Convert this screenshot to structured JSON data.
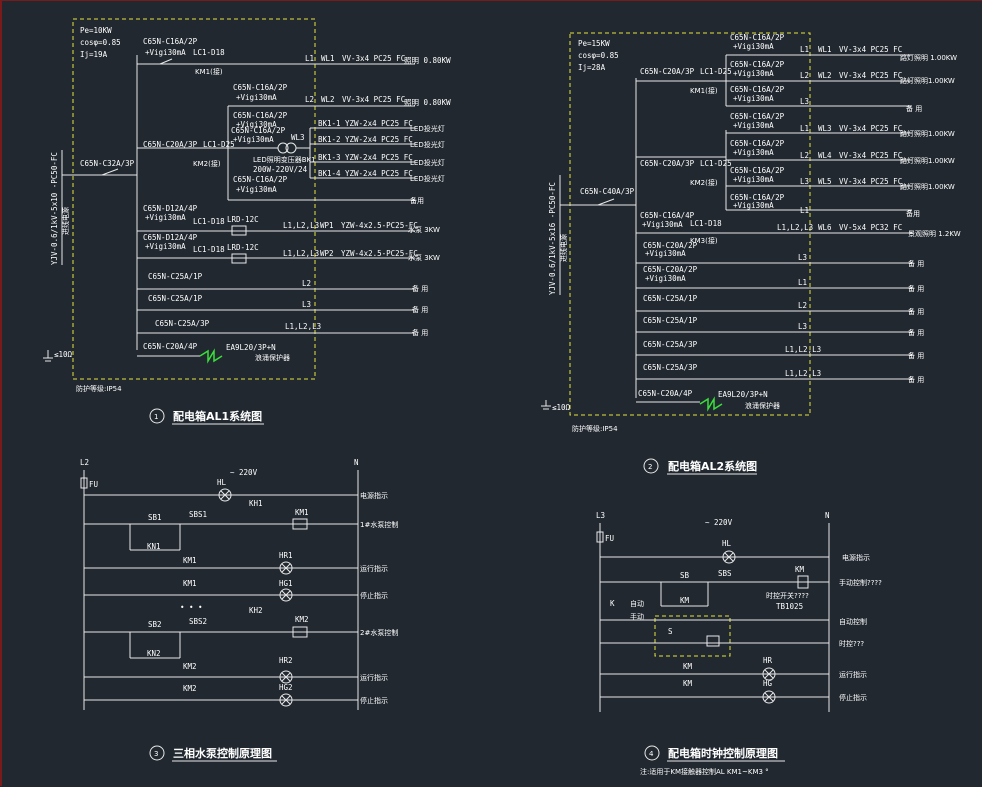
{
  "al1": {
    "title": "配电箱AL1系统图",
    "number": "1",
    "pe": "Pe=10KW",
    "cos": "cosφ=0.85",
    "ij": "Ij=19A",
    "cable": "YJV-0.6/1kV-5x10 -PC50-FC",
    "cable_sub": "进线电源",
    "main_breaker": "C65N-C32A/3P",
    "ground": "≤10Ω",
    "ip": "防护等级:IP54",
    "circuits": [
      {
        "breaker": "C65N-C16A/2P",
        "rcd": "+Vigi30mA",
        "extra": "LC1-D18",
        "extra2": "KM1(接)",
        "phase": "L1",
        "id": "WL1",
        "cable": "VV-3x4 PC25 FC",
        "load": "照明 0.80KW"
      },
      {
        "breaker": "C65N-C16A/2P",
        "rcd": "+Vigi30mA",
        "extra": "",
        "extra2": "",
        "phase": "L2",
        "id": "WL2",
        "cable": "VV-3x4 PC25 FC",
        "load": "照明 0.80KW"
      },
      {
        "breaker": "C65N-C16A/2P",
        "rcd": "+Vigi30mA",
        "extra": "",
        "extra2": "",
        "phase": "",
        "id": "BK1-1",
        "cable": "YZW-2x4 PC25 FC",
        "load": "LED投光灯"
      },
      {
        "breaker": "C65N-C16A/2P",
        "rcd": "+Vigi30mA",
        "extra": "LED照明变压器BK1",
        "extra2": "200W-220V/24",
        "phase": "WL3",
        "id": "BK1-2",
        "cable": "YZW-2x4 PC25 FC",
        "load": "LED投光灯"
      },
      {
        "breaker": "",
        "rcd": "",
        "extra": "",
        "extra2": "",
        "phase": "",
        "id": "BK1-3",
        "cable": "YZW-2x4 PC25 FC",
        "load": "LED投光灯"
      },
      {
        "breaker": "C65N-C16A/2P",
        "rcd": "+Vigi30mA",
        "extra": "",
        "extra2": "",
        "phase": "",
        "id": "BK1-4",
        "cable": "YZW-2x4 PC25 FC",
        "load": "LED投光灯"
      }
    ],
    "sub_breaker": "C65N-C20A/3P",
    "sub_extra": "LC1-D25",
    "sub_km": "KM2(接)",
    "spare": "备用",
    "pumps": [
      {
        "breaker": "C65N-D12A/4P",
        "rcd": "+Vigi30mA",
        "contactor": "LC1-D18",
        "relay": "LRD-12C",
        "phase": "L1,L2,L3",
        "id": "WP1",
        "cable": "YZW-4x2.5-PC25-FC",
        "load": "水泵 3KW"
      },
      {
        "breaker": "C65N-D12A/4P",
        "rcd": "+Vigi30mA",
        "contactor": "LC1-D18",
        "relay": "LRD-12C",
        "phase": "L1,L2,L3",
        "id": "WP2",
        "cable": "YZW-4x2.5-PC25-FC",
        "load": "水泵 3KW"
      }
    ],
    "spares": [
      {
        "breaker": "C65N-C25A/1P",
        "phase": "L2",
        "label": "备 用"
      },
      {
        "breaker": "C65N-C25A/1P",
        "phase": "L3",
        "label": "备 用"
      },
      {
        "breaker": "C65N-C25A/3P",
        "phase": "L1,L2,L3",
        "label": "备 用"
      }
    ],
    "spd": {
      "breaker": "C65N-C20A/4P",
      "device": "EA9L20/3P+N",
      "label": "浪涌保护器"
    }
  },
  "al2": {
    "title": "配电箱AL2系统图",
    "number": "2",
    "pe": "Pe=15KW",
    "cos": "cosφ=0.85",
    "ij": "Ij=28A",
    "cable": "YJV-0.6/1kV-5x16 -PC50-FC",
    "cable_sub": "进线电源",
    "main_breaker": "C65N-C40A/3P",
    "ground": "≤10Ω",
    "ip": "防护等级:IP54",
    "group1": {
      "breaker": "C65N-C20A/3P",
      "extra": "LC1-D25",
      "km": "KM1(接)"
    },
    "group2": {
      "breaker": "C65N-C20A/3P",
      "extra": "LC1-D25",
      "km": "KM2(接)"
    },
    "circuits": [
      {
        "breaker": "C65N-C16A/2P",
        "rcd": "+Vigi30mA",
        "phase": "L1",
        "id": "WL1",
        "cable": "VV-3x4 PC25 FC",
        "load": "路灯照明 1.00KW"
      },
      {
        "breaker": "C65N-C16A/2P",
        "rcd": "+Vigi30mA",
        "phase": "L2",
        "id": "WL2",
        "cable": "VV-3x4 PC25 FC",
        "load": "路灯照明1.00KW"
      },
      {
        "breaker": "C65N-C16A/2P",
        "rcd": "+Vigi30mA",
        "phase": "L3",
        "id": "",
        "cable": "",
        "load": "备 用"
      },
      {
        "breaker": "C65N-C16A/2P",
        "rcd": "+Vigi30mA",
        "phase": "L1",
        "id": "WL3",
        "cable": "VV-3x4 PC25 FC",
        "load": "路灯照明1.00KW"
      },
      {
        "breaker": "C65N-C16A/2P",
        "rcd": "+Vigi30mA",
        "phase": "L2",
        "id": "WL4",
        "cable": "VV-3x4 PC25 FC",
        "load": "路灯照明1.00KW"
      },
      {
        "breaker": "C65N-C16A/2P",
        "rcd": "+Vigi30mA",
        "phase": "L3",
        "id": "WL5",
        "cable": "VV-3x4 PC25 FC",
        "load": "路灯照明1.00KW"
      },
      {
        "breaker": "C65N-C16A/2P",
        "rcd": "+Vigi30mA",
        "phase": "L1",
        "id": "",
        "cable": "",
        "load": "备用"
      }
    ],
    "wl6": {
      "breaker": "C65N-C16A/4P",
      "rcd": "+Vigi30mA",
      "contactor": "LC1-D18",
      "km": "KM3(接)",
      "phase": "L1,L2,L3",
      "id": "WL6",
      "cable": "VV-5x4 PC32 FC",
      "load": "景观照明 1.2KW"
    },
    "spares": [
      {
        "breaker": "C65N-C20A/2P",
        "rcd": "+Vigi30mA",
        "phase": "L3",
        "label": "备 用"
      },
      {
        "breaker": "C65N-C20A/2P",
        "rcd": "+Vigi30mA",
        "phase": "L1",
        "label": "备 用"
      },
      {
        "breaker": "C65N-C25A/1P",
        "rcd": "",
        "phase": "L2",
        "label": "备 用"
      },
      {
        "breaker": "C65N-C25A/1P",
        "rcd": "",
        "phase": "L3",
        "label": "备 用"
      },
      {
        "breaker": "C65N-C25A/3P",
        "rcd": "",
        "phase": "L1,L2,L3",
        "label": "备 用"
      },
      {
        "breaker": "C65N-C25A/3P",
        "rcd": "",
        "phase": "L1,L2,L3",
        "label": "备 用"
      }
    ],
    "spd": {
      "breaker": "C65N-C20A/4P",
      "device": "EA9L20/3P+N",
      "label": "浪涌保护器"
    }
  },
  "ctrl3": {
    "title": "三相水泵控制原理图",
    "number": "3",
    "l": "L2",
    "n": "N",
    "fu": "FU",
    "v": "~ 220V",
    "rows": [
      {
        "a": "",
        "b": "HL",
        "c": "",
        "r": "电源指示"
      },
      {
        "a": "SB1",
        "b": "SBS1",
        "c": "KH1",
        "d": "KM1",
        "r": "1#水泵控制"
      },
      {
        "a": "KN1",
        "b": "",
        "c": "",
        "d": "",
        "r": ""
      },
      {
        "a": "KM1",
        "b": "HR1",
        "r": "运行指示"
      },
      {
        "a": "KM1",
        "b": "HG1",
        "r": "停止指示"
      },
      {
        "a": "SB2",
        "b": "SBS2",
        "c": "KH2",
        "d": "KM2",
        "r": "2#水泵控制"
      },
      {
        "a": "KN2",
        "b": "",
        "r": ""
      },
      {
        "a": "KM2",
        "b": "HR2",
        "r": "运行指示"
      },
      {
        "a": "KM2",
        "b": "HG2",
        "r": "停止指示"
      }
    ],
    "dots": "• • •"
  },
  "ctrl4": {
    "title": "配电箱时钟控制原理图",
    "number": "4",
    "subtitle": "注:适用于KM接触器控制AL  KM1~KM3 °",
    "l": "L3",
    "n": "N",
    "fu": "FU",
    "v": "~ 220V",
    "hl": "HL",
    "sb": "SB",
    "sbs": "SBS",
    "km": "KM",
    "k": "K",
    "auto": "自动",
    "manual": "手动",
    "s": "S",
    "timer": "时控开关????",
    "timer_model": "TB1025",
    "hr": "HR",
    "hg": "HG",
    "r": [
      "电源指示",
      "手动控制????",
      "自动控制",
      "时控???",
      "运行指示",
      "停止指示"
    ]
  }
}
